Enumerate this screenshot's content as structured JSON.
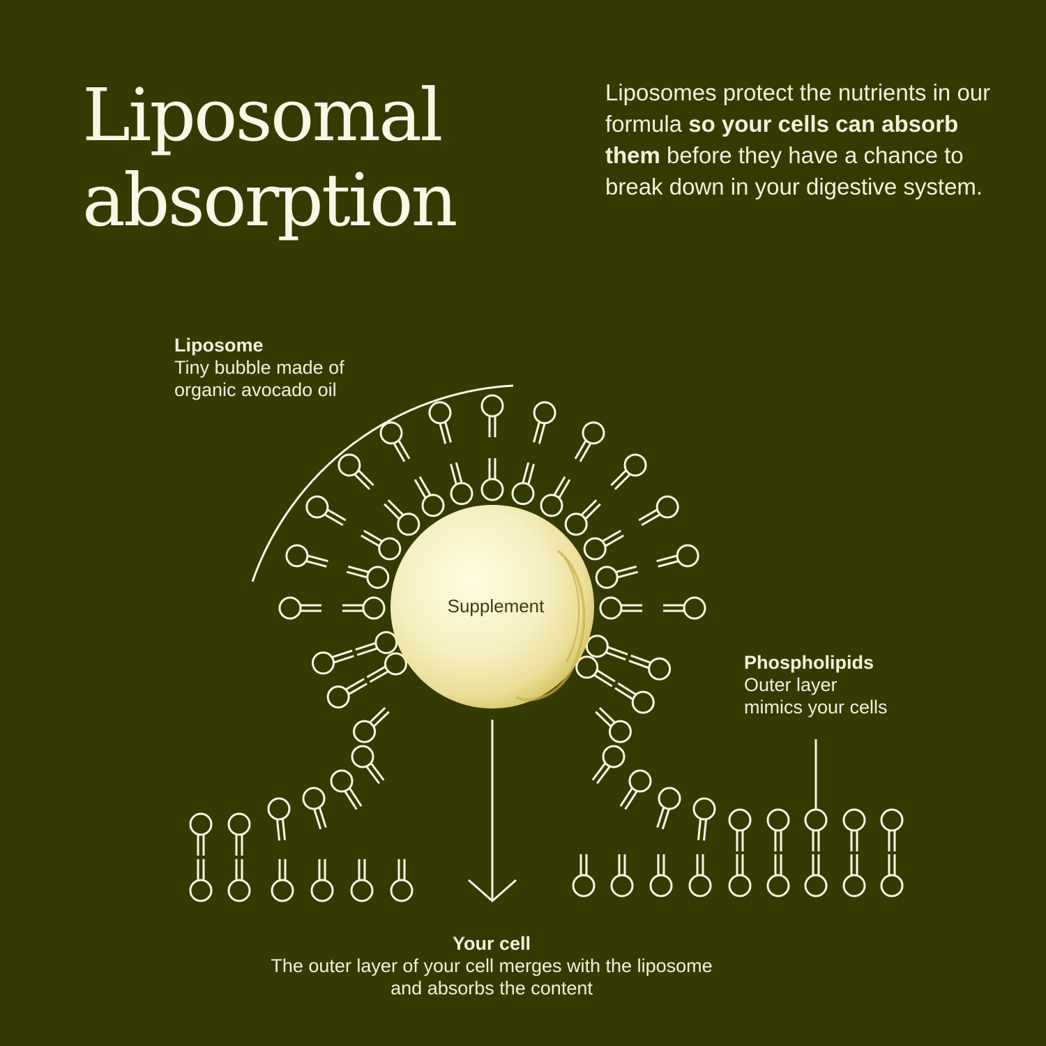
{
  "title": {
    "line1": "Liposomal",
    "line2": "absorption"
  },
  "intro": {
    "part1": "Liposomes protect the nutrients in our formula ",
    "bold": "so your cells can absorb them",
    "part2": " before they have a chance to break down in your digestive system."
  },
  "labels": {
    "liposome": {
      "heading": "Liposome",
      "line1": "Tiny bubble made of",
      "line2": "organic avocado oil"
    },
    "phospholipids": {
      "heading": "Phospholipids",
      "line1": "Outer layer",
      "line2": "mimics your cells"
    },
    "cell": {
      "heading": "Your cell",
      "line1": "The outer layer of your cell merges with the liposome",
      "line2": "and absorbs the content"
    }
  },
  "supplement": {
    "label": "Supplement"
  },
  "colors": {
    "background": "#353a02",
    "line": "#fbf6e6",
    "supplement": "#f6efc0"
  }
}
